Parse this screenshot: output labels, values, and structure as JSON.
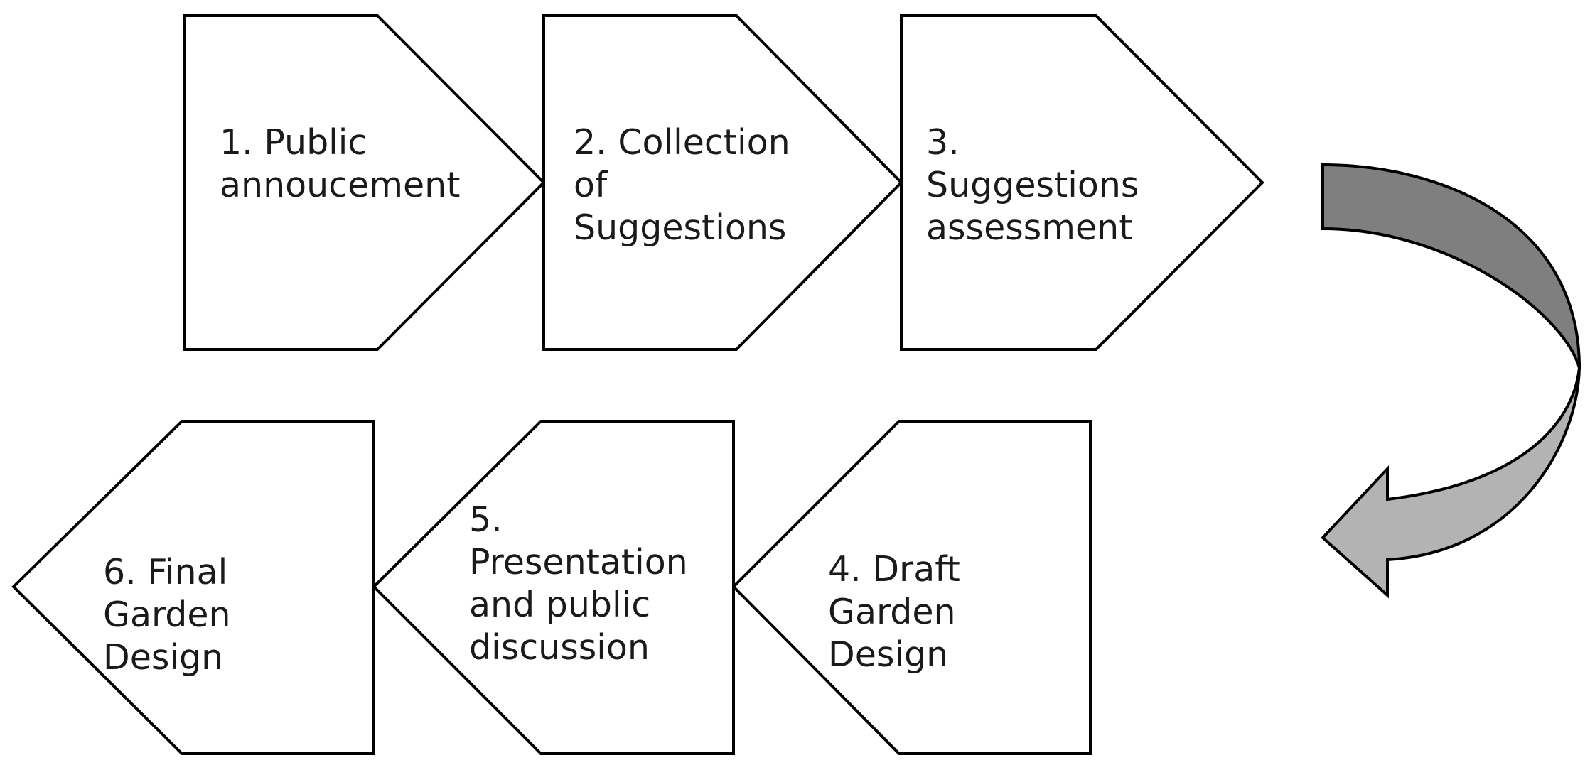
{
  "steps": [
    {
      "label_lines": [
        "1. Public",
        "annoucement"
      ]
    },
    {
      "label_lines": [
        "2. Collection",
        "of",
        "Suggestions"
      ]
    },
    {
      "label_lines": [
        "3.",
        "Suggestions",
        "assessment"
      ]
    },
    {
      "label_lines": [
        "4. Draft",
        "Garden",
        "Design"
      ]
    },
    {
      "label_lines": [
        "5.",
        "Presentation",
        "and public",
        "discussion"
      ]
    },
    {
      "label_lines": [
        "6. Final",
        "Garden",
        "Design"
      ]
    }
  ],
  "connector": {
    "icon": "curved-arrow-icon",
    "colors": {
      "band_dark": "#7f7f7f",
      "band_light": "#b3b3b3"
    }
  }
}
